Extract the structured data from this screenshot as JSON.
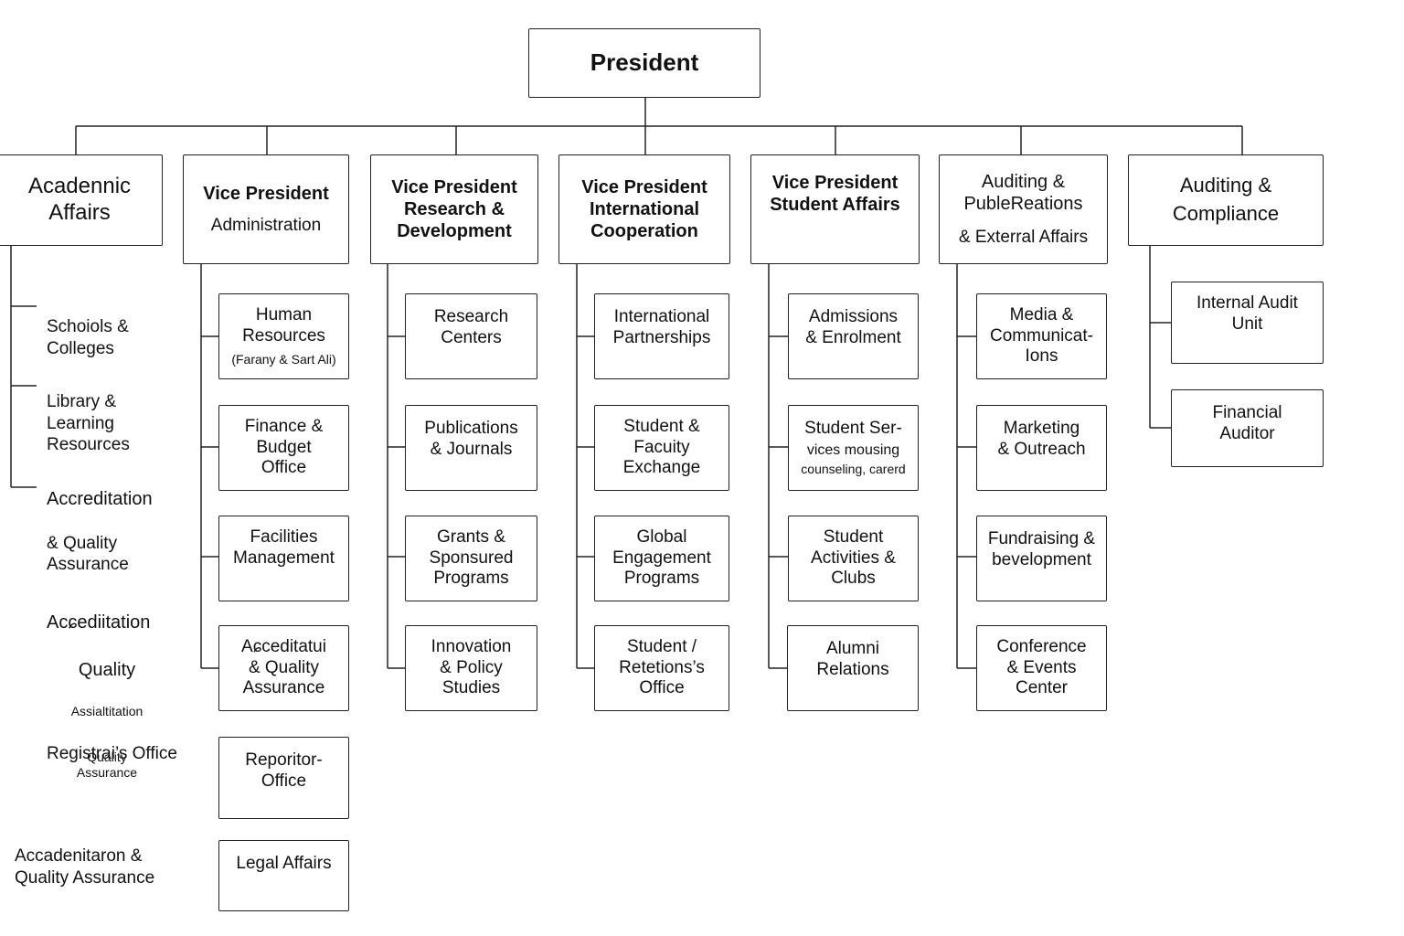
{
  "president": "President",
  "vps": [
    {
      "lines": [
        "Acadennic\nAffairs"
      ]
    },
    {
      "lines": [
        "Vice President",
        "Administration"
      ]
    },
    {
      "lines": [
        "Vice President\nResearch &\nDevelopment"
      ]
    },
    {
      "lines": [
        "Vice President\nInternational\nCooperation"
      ]
    },
    {
      "lines": [
        "Vice President\nStudent Affairs"
      ]
    },
    {
      "lines": [
        "Auditing &\nPubleReations",
        "& Exterral Affairs"
      ]
    },
    {
      "lines": [
        "Auditing &\nCompliance"
      ]
    }
  ],
  "academic_items": [
    {
      "lines": [
        "Schoiols &\nColleges"
      ]
    },
    {
      "lines": [
        "Library &\nLearning\nResources"
      ]
    },
    {
      "lines": [
        "Accreditation",
        "& Quality\nAssurance"
      ]
    },
    {
      "lines": [
        "Acɕediitation",
        "Quality",
        "Assialtitation",
        "Quality\nAssurance"
      ]
    },
    {
      "lines": [
        "Registrai’s Office"
      ]
    },
    {
      "lines": [
        "Accadenitaron &\nQuality Assurance"
      ]
    }
  ],
  "admin_units": [
    {
      "lines": [
        "Human\nResources",
        "(Farany & Sart Ali)"
      ]
    },
    {
      "lines": [
        "Finance &\nBudget\nOffice"
      ]
    },
    {
      "lines": [
        "Facilities\nManagement"
      ]
    },
    {
      "lines": [
        "Aɕceditatui\n& Quality\nAssurance"
      ]
    },
    {
      "lines": [
        "Reporitor-\nOffice"
      ]
    },
    {
      "lines": [
        "Legal Affairs"
      ]
    }
  ],
  "research_units": [
    {
      "lines": [
        "Research\nCenters"
      ]
    },
    {
      "lines": [
        "Publications\n& Journals"
      ]
    },
    {
      "lines": [
        "Grants &\nSponsured\nPrograms"
      ]
    },
    {
      "lines": [
        "Innovation\n& Policy\nStudies"
      ]
    }
  ],
  "intl_units": [
    {
      "lines": [
        "International\nPartnerships"
      ]
    },
    {
      "lines": [
        "Student &\nFacuity\nExchange"
      ]
    },
    {
      "lines": [
        "Global\nEngagement\nPrograms"
      ]
    },
    {
      "lines": [
        "Student /\nRetetions’s\nOffice"
      ]
    }
  ],
  "student_units": [
    {
      "lines": [
        "Admissions\n& Enrolment"
      ]
    },
    {
      "lines": [
        "Student Ser-",
        "vices mousing",
        "counseling, carerd"
      ]
    },
    {
      "lines": [
        "Student\nActivities &\nClubs"
      ]
    },
    {
      "lines": [
        "Alumni\nRelations"
      ]
    }
  ],
  "pr_units": [
    {
      "lines": [
        "Media &\nCommunicat-\nIons"
      ]
    },
    {
      "lines": [
        "Marketing\n& Outreach"
      ]
    },
    {
      "lines": [
        "Fundraising &\nbevelopment"
      ]
    },
    {
      "lines": [
        "Conference\n& Events\nCenter"
      ]
    }
  ],
  "audit_units": [
    {
      "lines": [
        "Internal Audit\nUnit"
      ]
    },
    {
      "lines": [
        "Financial\nAuditor"
      ]
    }
  ]
}
